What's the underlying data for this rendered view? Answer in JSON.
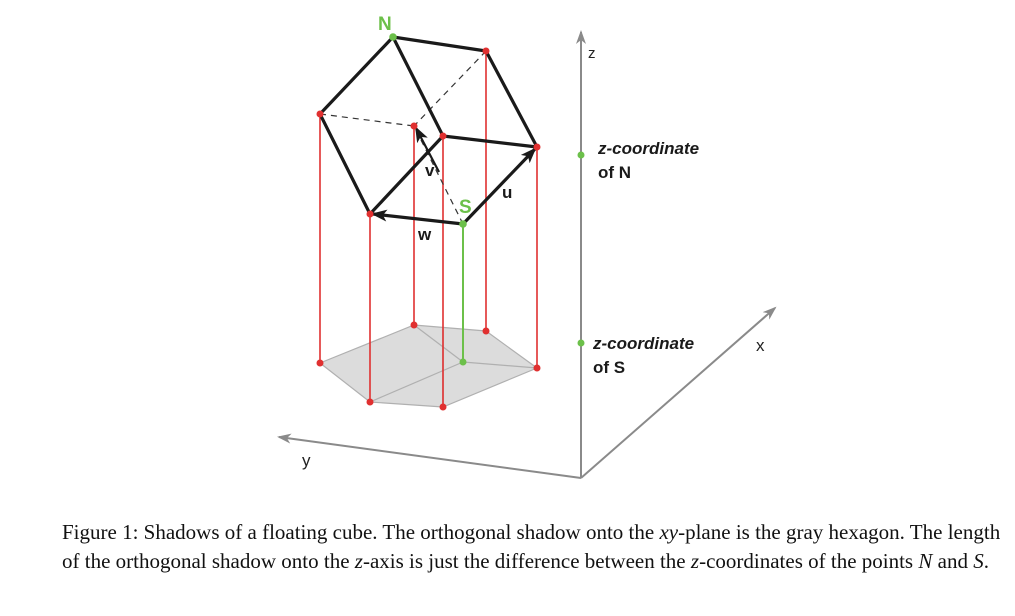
{
  "diagram": {
    "point_labels": {
      "north": "N",
      "south": "S"
    },
    "vector_labels": {
      "u": "u",
      "v": "v",
      "w": "w"
    },
    "axis_labels": {
      "x": "x",
      "y": "y",
      "z": "z"
    },
    "z_annotations": {
      "north_line1": "z-coordinate",
      "north_line2": "of N",
      "south_line1": "z-coordinate",
      "south_line2": "of S"
    },
    "colors": {
      "cube_edge": "#1a1a1a",
      "projection": "#e03030",
      "highlight": "#6cc04a",
      "shadow_fill": "#dcdcdc",
      "axis": "#8a8a8a"
    }
  },
  "caption": {
    "figure_label": "Figure 1:",
    "text1": "Shadows of a floating cube. The orthogonal shadow onto the ",
    "xy": "xy",
    "text2": "-plane is the gray hexagon. The length of the orthogonal shadow onto the ",
    "z1": "z",
    "text3": "-axis is just the difference between the ",
    "z2": "z",
    "text4": "-coordinates of the points ",
    "N": "N",
    "text5": " and ",
    "S": "S",
    "text6": "."
  }
}
